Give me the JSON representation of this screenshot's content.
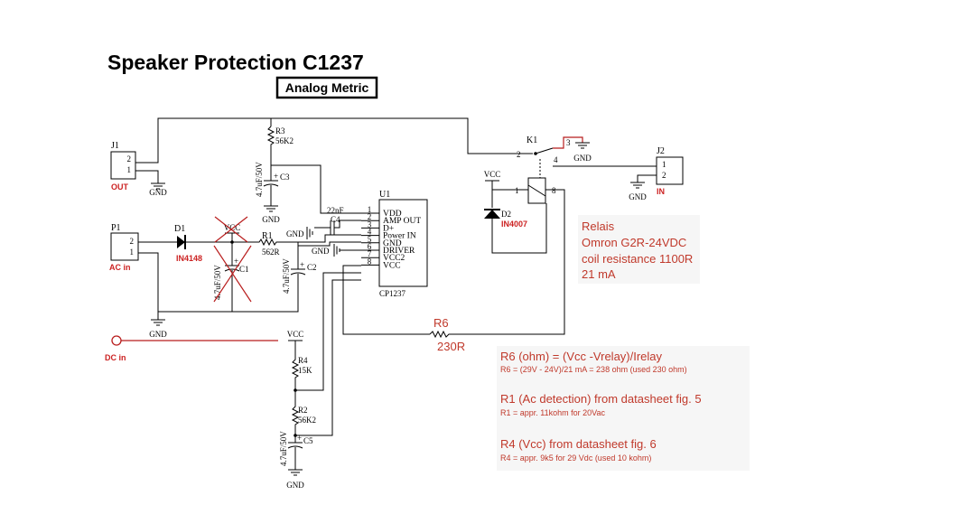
{
  "title": "Speaker Protection C1237",
  "subtitle": "Analog Metric",
  "connectors": {
    "j1": {
      "ref": "J1",
      "pin2": "2",
      "pin1": "1",
      "label": "OUT"
    },
    "j2": {
      "ref": "J2",
      "pin1": "1",
      "pin2": "2",
      "label": "IN"
    },
    "p1": {
      "ref": "P1",
      "pin2": "2",
      "pin1": "1",
      "label": "AC in"
    },
    "dc": {
      "label": "DC in"
    }
  },
  "power": {
    "gnd": "GND",
    "vcc": "VCC"
  },
  "components": {
    "r3": {
      "ref": "R3",
      "value": "56K2"
    },
    "c3": {
      "ref": "C3",
      "value": "4.7uF/50V"
    },
    "c4": {
      "ref": "C4",
      "value": "22nF"
    },
    "d1": {
      "ref": "D1",
      "part": "IN4148"
    },
    "r1": {
      "ref": "R1",
      "value": "562R"
    },
    "c1": {
      "ref": "C1",
      "value": "4.7uF/50V"
    },
    "c2": {
      "ref": "C2",
      "value": "4.7uF/50V"
    },
    "r4": {
      "ref": "R4",
      "value": "15K"
    },
    "r2": {
      "ref": "R2",
      "value": "56K2"
    },
    "c5": {
      "ref": "C5",
      "value": "4.7uF/50V"
    },
    "k1": {
      "ref": "K1",
      "pin1": "1",
      "pin2": "2",
      "pin3": "3",
      "pin4": "4",
      "pin8": "8"
    },
    "d2": {
      "ref": "D2",
      "part": "IN4007"
    },
    "r6": {
      "ref": "R6",
      "value": "230R"
    },
    "plus": "+"
  },
  "ic": {
    "ref": "U1",
    "part": "CP1237",
    "pins": [
      {
        "num": "1",
        "name": "VDD"
      },
      {
        "num": "2",
        "name": "AMP OUT"
      },
      {
        "num": "3",
        "name": "D+"
      },
      {
        "num": "4",
        "name": "Power IN"
      },
      {
        "num": "5",
        "name": "GND"
      },
      {
        "num": "6",
        "name": "DRIVER"
      },
      {
        "num": "7",
        "name": "VCC2"
      },
      {
        "num": "8",
        "name": "VCC"
      }
    ]
  },
  "notes": {
    "relay": [
      "Relais",
      "Omron G2R-24VDC",
      "coil resistance 1100R",
      "21 mA"
    ],
    "r6_formula": "R6 (ohm) = (Vcc -Vrelay)/Irelay",
    "r6_detail": "R6 = (29V - 24V)/21 mA = 238 ohm (used 230 ohm)",
    "r1_title": "R1 (Ac detection) from datasheet fig. 5",
    "r1_detail": "R1 = appr. 11kohm for 20Vac",
    "r4_title": "R4 (Vcc) from datasheet fig. 6",
    "r4_detail": "R4 = appr. 9k5 for 29 Vdc (used 10 kohm)"
  },
  "colors": {
    "wire": "#000000",
    "annotation": "#c0392b",
    "label": "#cc2222",
    "note_bg": "#f3f3f3"
  }
}
